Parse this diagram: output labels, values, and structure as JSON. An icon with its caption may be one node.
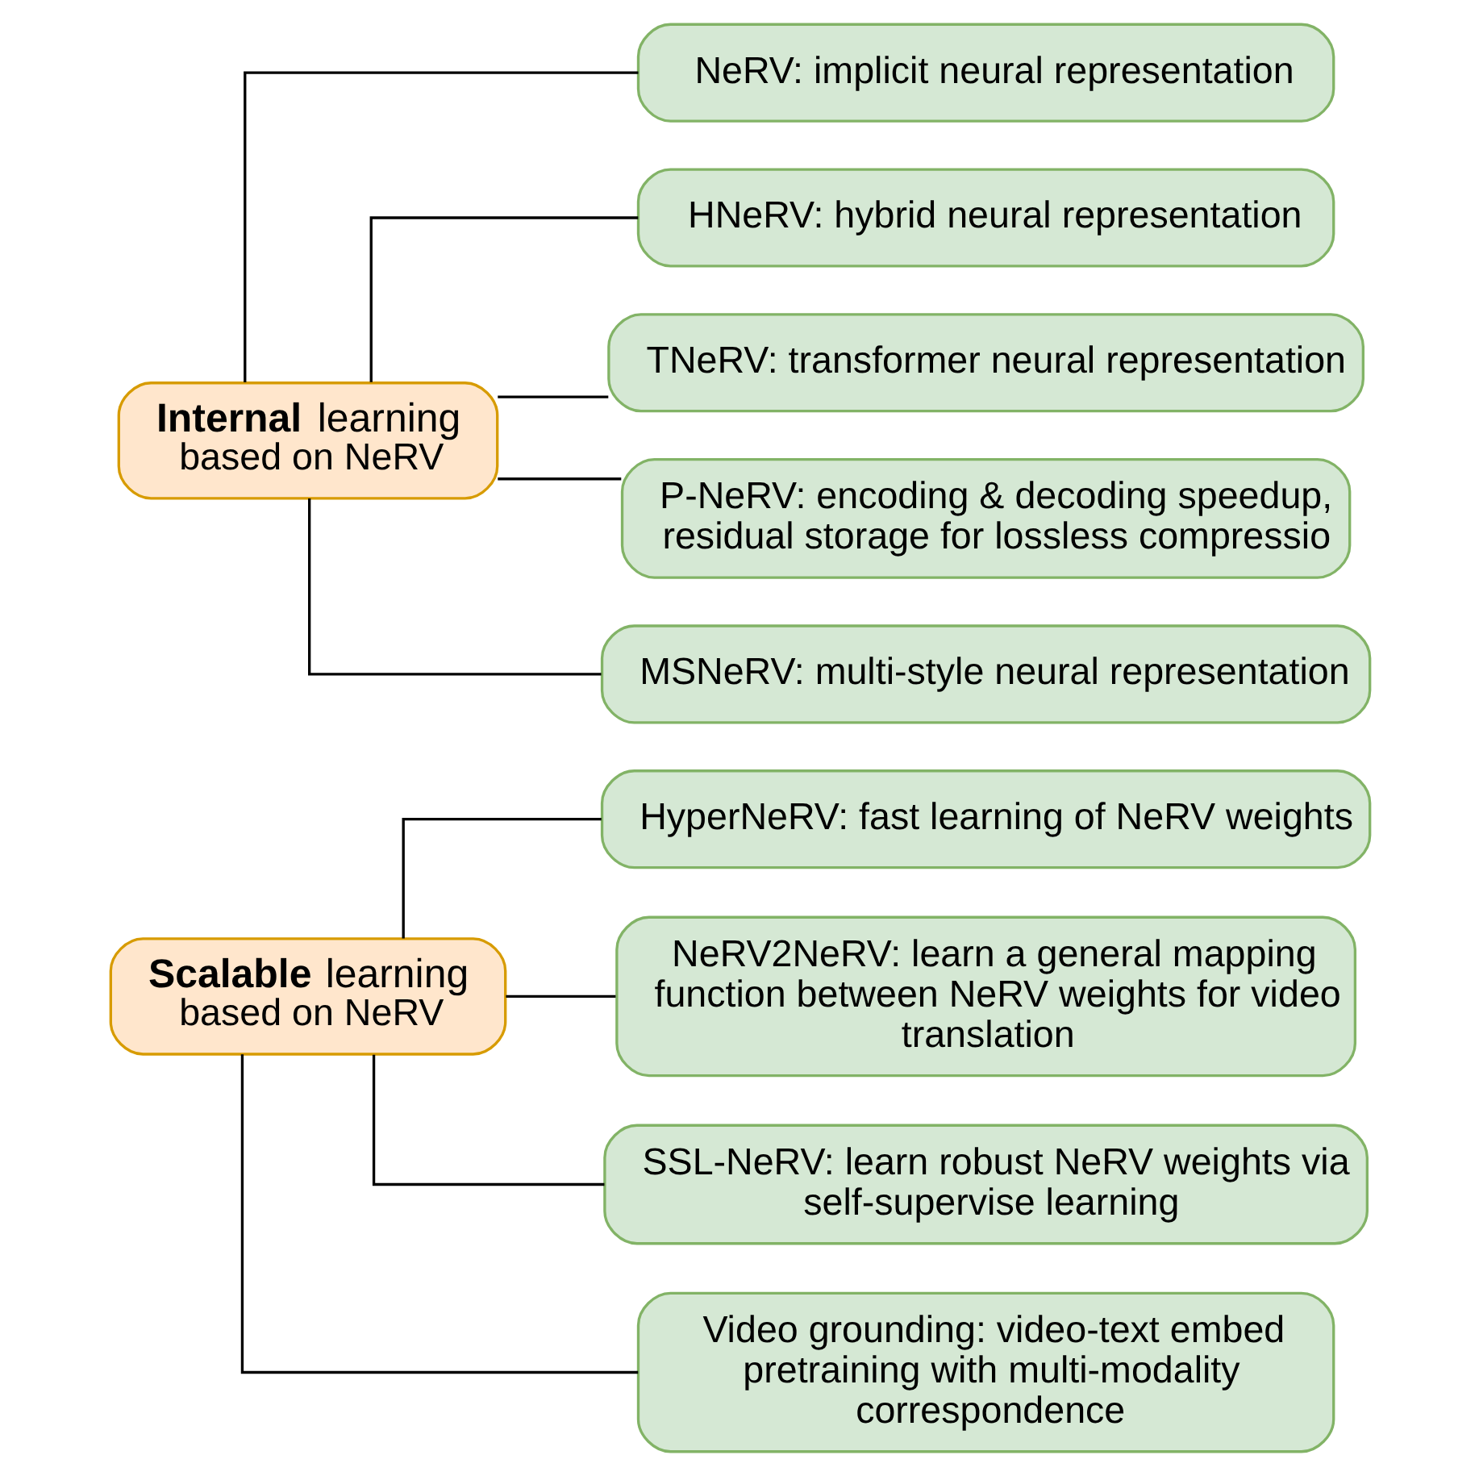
{
  "diagram": {
    "nodes": [
      {
        "text": [
          "**Internal** learning",
          "based on NeRV"
        ]
      },
      {
        "text": [
          "NeRV: implicit neural representation"
        ]
      },
      {
        "text": [
          "HNeRV: hybrid neural representation"
        ]
      },
      {
        "text": [
          "TNeRV: transformer neural representation"
        ]
      },
      {
        "text": [
          "P-NeRV: encoding & decoding speedup, residual storage for lossless compressio"
        ]
      },
      {
        "text": [
          "MSNeRV: multi-style neural representation"
        ]
      },
      {
        "text": [
          "**Scalable** learning",
          "based on NeRV"
        ]
      },
      {
        "text": [
          "HyperNeRV: fast learning of NeRV weights"
        ]
      },
      {
        "text": [
          "NeRV2NeRV: learn a general mapping function between NeRV weights for video translation"
        ]
      },
      {
        "text": [
          "SSL-NeRV: learn robust NeRV weights via self-supervise learning"
        ]
      },
      {
        "text": [
          "Video grounding: video-text embed pretraining with multi-modality correspondence"
        ]
      }
    ],
    "edges": [
      {
        "from": 0,
        "to": 1,
        "arrow": "none"
      },
      {
        "from": 0,
        "to": 2,
        "arrow": "none"
      },
      {
        "from": 0,
        "to": 3,
        "arrow": "none"
      },
      {
        "from": 0,
        "to": 4,
        "arrow": "none"
      },
      {
        "from": 0,
        "to": 5,
        "arrow": "none"
      },
      {
        "from": 6,
        "to": 7,
        "arrow": "none"
      },
      {
        "from": 6,
        "to": 8,
        "arrow": "none"
      },
      {
        "from": 6,
        "to": 9,
        "arrow": "none"
      },
      {
        "from": 6,
        "to": 10,
        "arrow": "none"
      }
    ]
  }
}
